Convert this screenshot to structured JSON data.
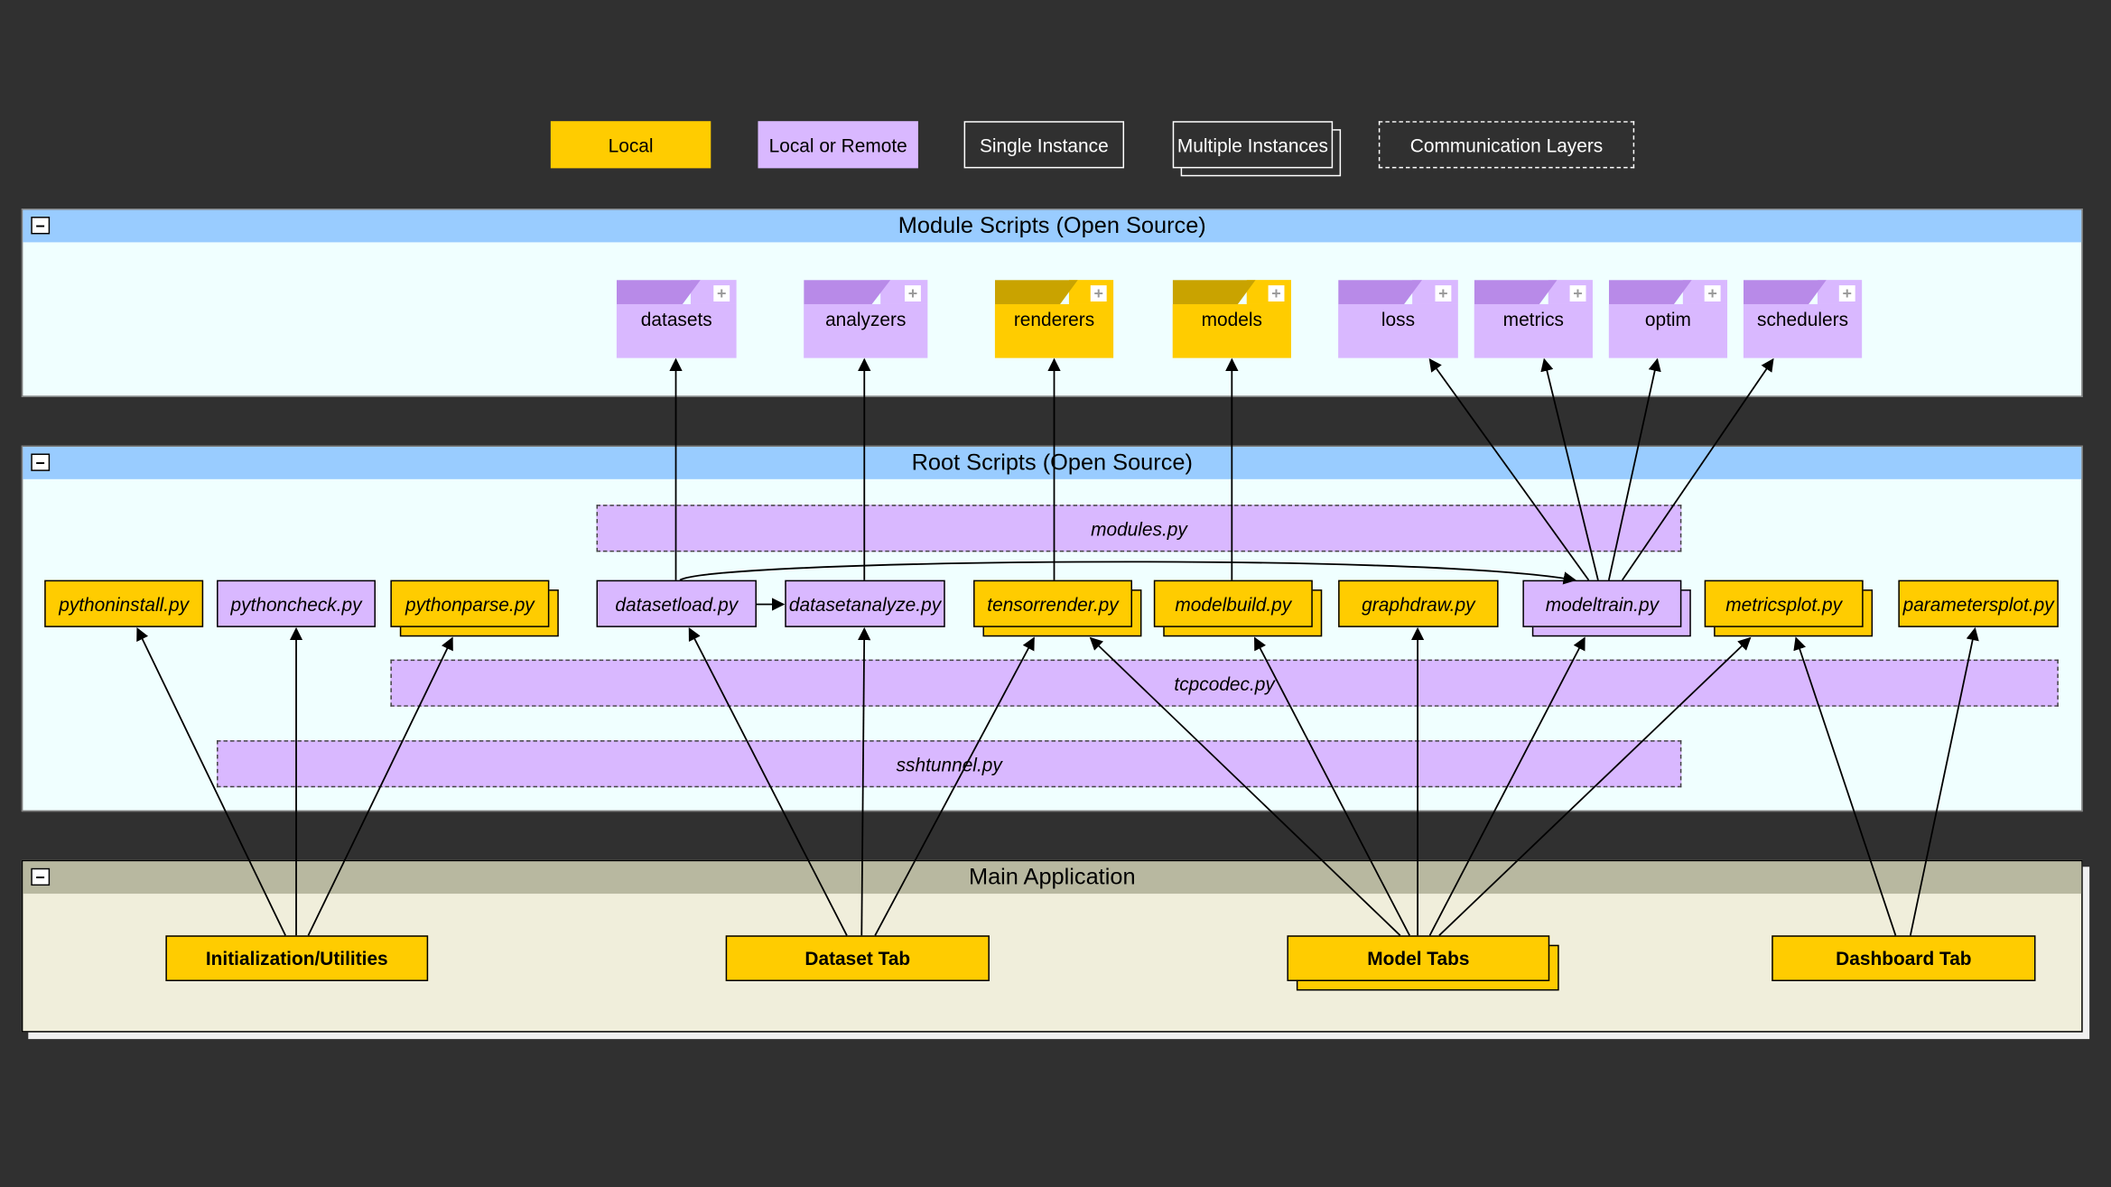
{
  "legend": {
    "local": "Local",
    "local_or_remote": "Local or Remote",
    "single_instance": "Single Instance",
    "multiple_instances": "Multiple Instances",
    "communication_layers": "Communication Layers"
  },
  "packages": {
    "module_scripts": "Module Scripts (Open Source)",
    "root_scripts": "Root Scripts (Open Source)",
    "main_application": "Main Application",
    "collapse_symbol": "−"
  },
  "modules": {
    "datasets": "datasets",
    "analyzers": "analyzers",
    "renderers": "renderers",
    "models": "models",
    "loss": "loss",
    "metrics": "metrics",
    "optim": "optim",
    "schedulers": "schedulers",
    "expand_symbol": "+"
  },
  "scripts": {
    "pythoninstall": "pythoninstall.py",
    "pythoncheck": "pythoncheck.py",
    "pythonparse": "pythonparse.py",
    "datasetload": "datasetload.py",
    "datasetanalyze": "datasetanalyze.py",
    "tensorrender": "tensorrender.py",
    "modelbuild": "modelbuild.py",
    "graphdraw": "graphdraw.py",
    "modeltrain": "modeltrain.py",
    "metricsplot": "metricsplot.py",
    "parametersplot": "parametersplot.py"
  },
  "layers": {
    "modules": "modules.py",
    "tcpcodec": "tcpcodec.py",
    "sshtunnel": "sshtunnel.py"
  },
  "app": {
    "init": "Initialization/Utilities",
    "dataset_tab": "Dataset Tab",
    "model_tabs": "Model Tabs",
    "dashboard_tab": "Dashboard Tab"
  },
  "colors": {
    "local": "#ffcc00",
    "local_or_remote": "#d9b8ff",
    "package_header": "#99ccff",
    "package_body": "#f0ffff",
    "main_header": "#b8b8a0",
    "main_body": "#f0eedb",
    "background": "#303030"
  }
}
